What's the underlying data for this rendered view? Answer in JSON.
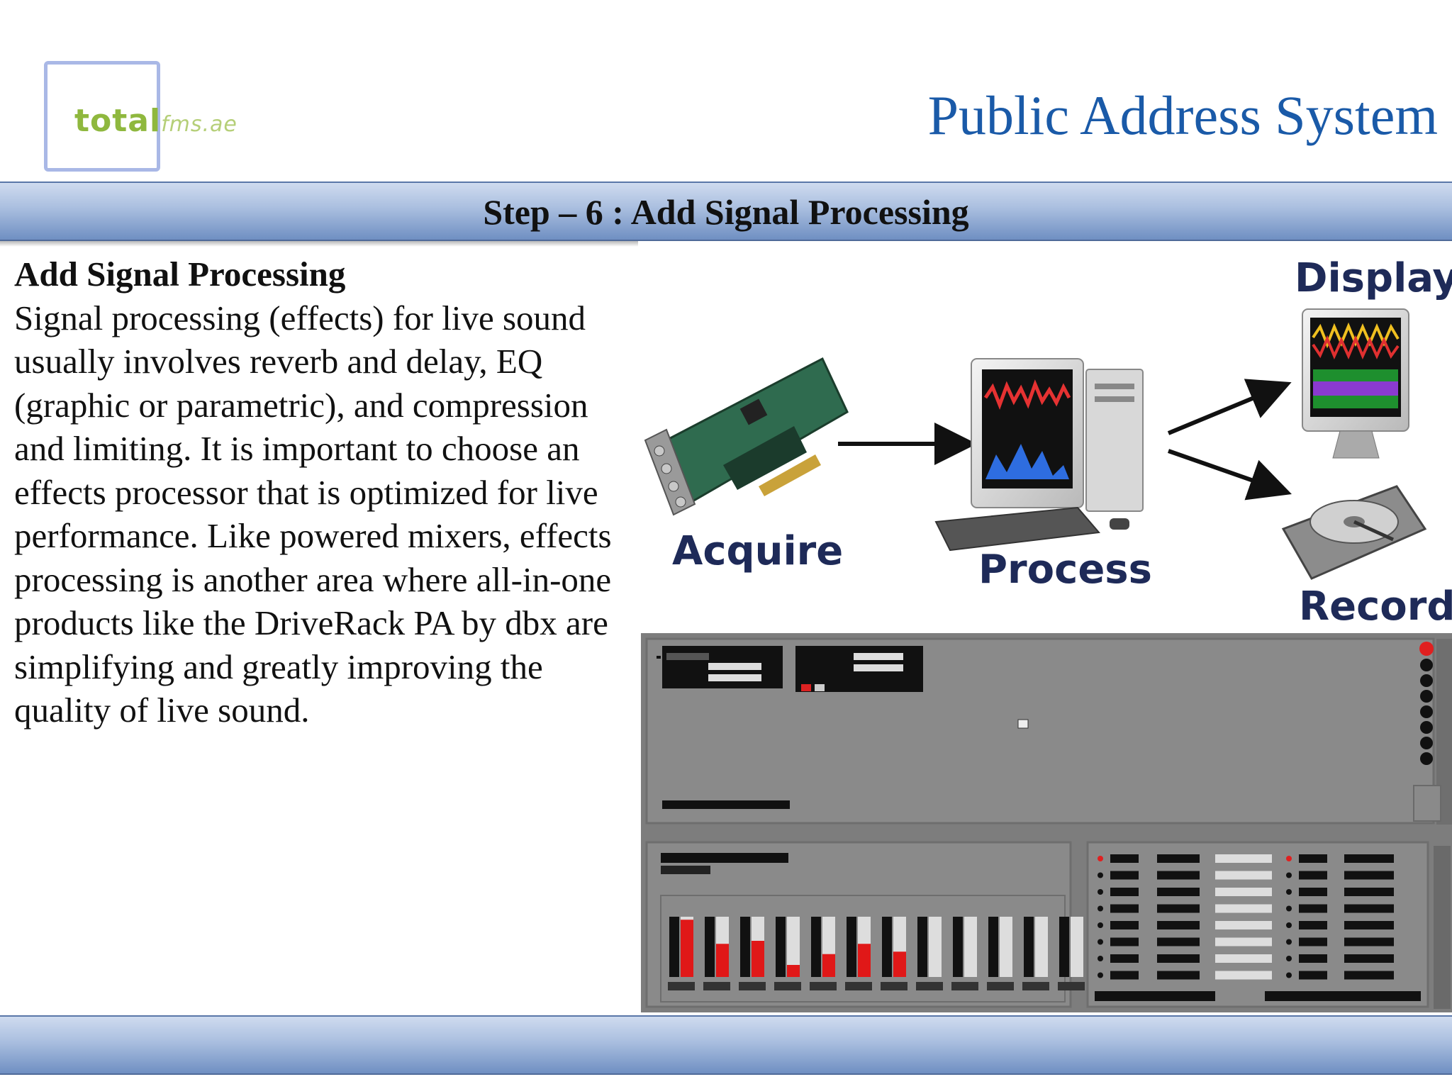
{
  "logo": {
    "main": "total",
    "sub": "fms.ae"
  },
  "title": "Public Address System",
  "step_heading": "Step – 6 : Add Signal Processing",
  "content": {
    "heading": "Add Signal Processing",
    "body": "Signal processing (effects) for live sound usually involves reverb and delay, EQ (graphic or parametric), and compression and limiting. It is important to choose an effects processor that is optimized for live performance. Like powered mixers, effects processing is another area where all-in-one products like the DriveRack PA by dbx are simplifying and greatly improving the quality of live sound."
  },
  "diagram": {
    "labels": {
      "acquire": "Acquire",
      "process": "Process",
      "display": "Display",
      "record": "Record"
    }
  },
  "software_panel": {
    "meter_levels": [
      0.95,
      0.55,
      0.6,
      0.2,
      0.38,
      0.55,
      0.42,
      0,
      0,
      0,
      0,
      0
    ]
  }
}
